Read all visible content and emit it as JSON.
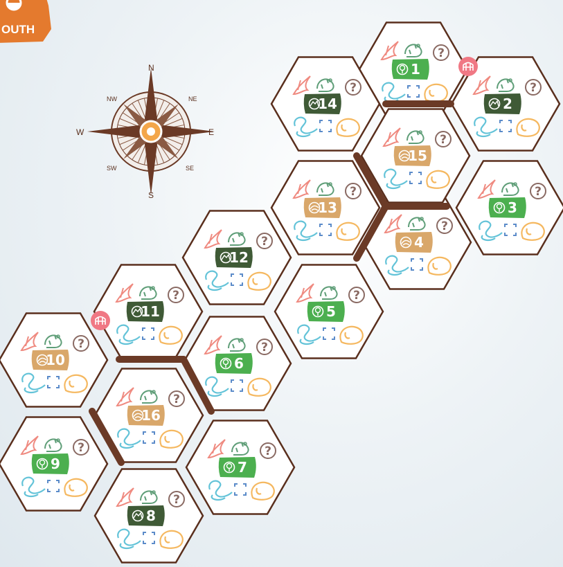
{
  "badge": {
    "text": "OUTH"
  },
  "compass": {
    "north": "N",
    "south": "S",
    "east": "E",
    "west": "W",
    "northeast": "NE",
    "northwest": "NW",
    "southeast": "SE",
    "southwest": "SW"
  },
  "tiles": [
    {
      "number": "1",
      "terrain": "forest",
      "tag_color": "#4caf4f",
      "unknown": "?"
    },
    {
      "number": "2",
      "terrain": "mountain",
      "tag_color": "#3f5a36",
      "unknown": "?"
    },
    {
      "number": "3",
      "terrain": "forest",
      "tag_color": "#4caf4f",
      "unknown": "?"
    },
    {
      "number": "4",
      "terrain": "desert",
      "tag_color": "#d9a76a",
      "unknown": "?"
    },
    {
      "number": "5",
      "terrain": "forest",
      "tag_color": "#4caf4f",
      "unknown": "?"
    },
    {
      "number": "6",
      "terrain": "forest",
      "tag_color": "#4caf4f",
      "unknown": "?"
    },
    {
      "number": "7",
      "terrain": "forest",
      "tag_color": "#4caf4f",
      "unknown": "?"
    },
    {
      "number": "8",
      "terrain": "mountain",
      "tag_color": "#3f5a36",
      "unknown": "?"
    },
    {
      "number": "9",
      "terrain": "forest",
      "tag_color": "#4caf4f",
      "unknown": "?"
    },
    {
      "number": "10",
      "terrain": "desert",
      "tag_color": "#d9a76a",
      "unknown": "?"
    },
    {
      "number": "11",
      "terrain": "mountain",
      "tag_color": "#3f5a36",
      "unknown": "?"
    },
    {
      "number": "12",
      "terrain": "mountain",
      "tag_color": "#3f5a36",
      "unknown": "?"
    },
    {
      "number": "13",
      "terrain": "desert",
      "tag_color": "#d9a76a",
      "unknown": "?"
    },
    {
      "number": "14",
      "terrain": "mountain",
      "tag_color": "#3f5a36",
      "unknown": "?"
    },
    {
      "number": "15",
      "terrain": "desert",
      "tag_color": "#d9a76a",
      "unknown": "?"
    },
    {
      "number": "16",
      "terrain": "desert",
      "tag_color": "#d9a76a",
      "unknown": "?"
    }
  ],
  "markers": [
    {
      "icon": "bridge-icon",
      "color": "#f07884",
      "between": "1-2"
    },
    {
      "icon": "bridge-icon",
      "color": "#f07884",
      "between": "10-11"
    }
  ],
  "colors": {
    "bird": "#ef8a80",
    "frog": "#5f9e78",
    "snake": "#63c3d8",
    "beast": "#f5b860",
    "slot": "#5b8bc9",
    "wall": "#6b3a26",
    "outline": "#5a2f1d"
  }
}
